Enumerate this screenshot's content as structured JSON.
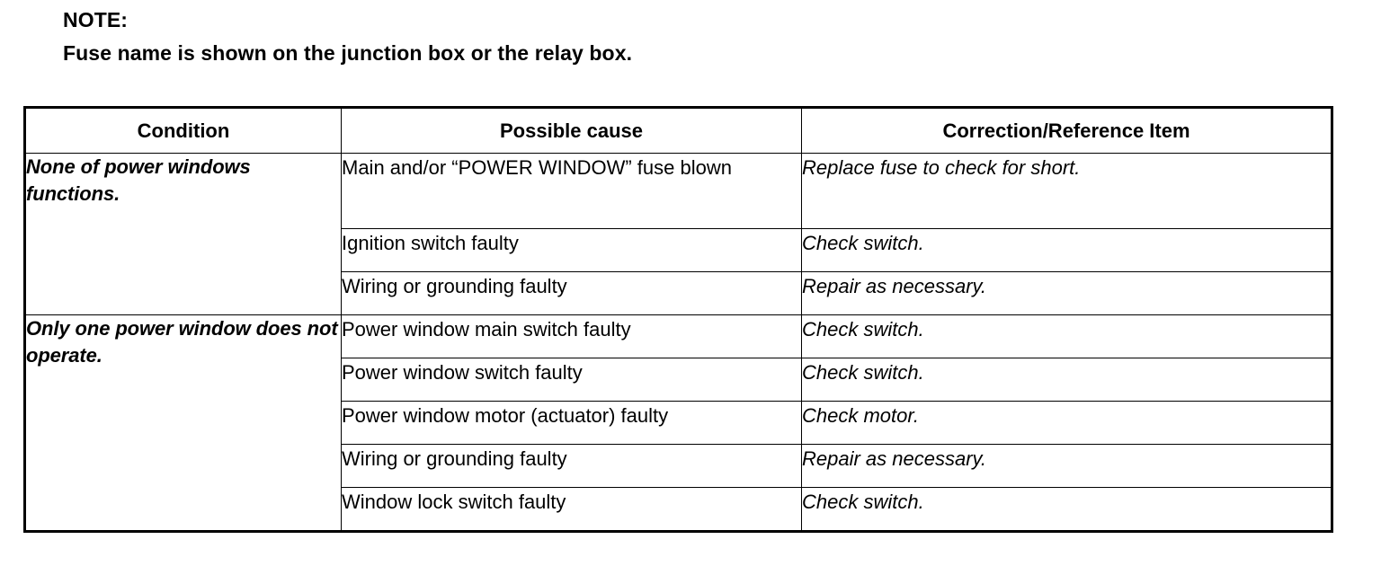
{
  "document": {
    "kind": "service-manual-troubleshooting-table",
    "note": {
      "heading": "NOTE:",
      "body": "Fuse name is shown on the junction box or the relay box."
    },
    "table": {
      "columns": [
        "Condition",
        "Possible cause",
        "Correction/Reference Item"
      ],
      "groups": [
        {
          "condition": "None of power windows functions.",
          "rows": [
            {
              "cause": "Main and/or “POWER WINDOW” fuse blown",
              "correction": "Replace fuse to check for short."
            },
            {
              "cause": "Ignition switch faulty",
              "correction": "Check switch."
            },
            {
              "cause": "Wiring or grounding faulty",
              "correction": "Repair as necessary."
            }
          ]
        },
        {
          "condition": "Only one power window does not operate.",
          "rows": [
            {
              "cause": "Power window main switch faulty",
              "correction": "Check switch."
            },
            {
              "cause": "Power window switch faulty",
              "correction": "Check switch."
            },
            {
              "cause": "Power window motor (actuator) faulty",
              "correction": "Check motor."
            },
            {
              "cause": "Wiring or grounding faulty",
              "correction": "Repair as necessary."
            },
            {
              "cause": "Window lock switch faulty",
              "correction": "Check switch."
            }
          ]
        }
      ]
    },
    "colors": {
      "ink": "#000000",
      "paper": "#ffffff"
    }
  }
}
